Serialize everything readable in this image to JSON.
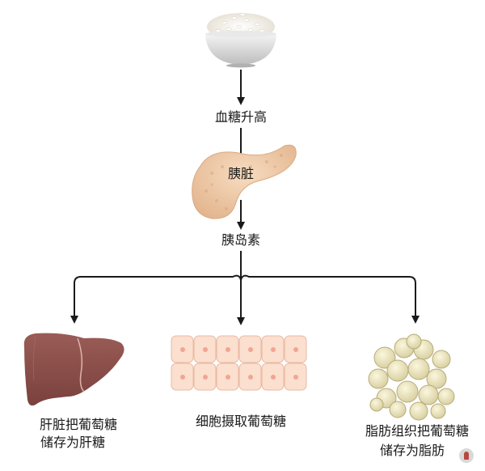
{
  "nodes": {
    "blood_sugar": "血糖升高",
    "pancreas": "胰脏",
    "insulin": "胰岛素",
    "liver_line1": "肝脏把葡萄糖",
    "liver_line2": "储存为肝糖",
    "cells": "细胞摄取葡萄糖",
    "fat_line1": "脂肪组织把葡萄糖",
    "fat_line2": "储存为脂肪"
  },
  "icons": [
    "rice-bowl-icon",
    "pancreas-icon",
    "liver-icon",
    "cells-icon",
    "fat-tissue-icon"
  ],
  "colors": {
    "arrow": "#1a1a1a",
    "liver": "#8a4e49",
    "pancreas": "#ecc9a6",
    "cells": "#fbdfcf",
    "fat": "#ece7c4"
  }
}
